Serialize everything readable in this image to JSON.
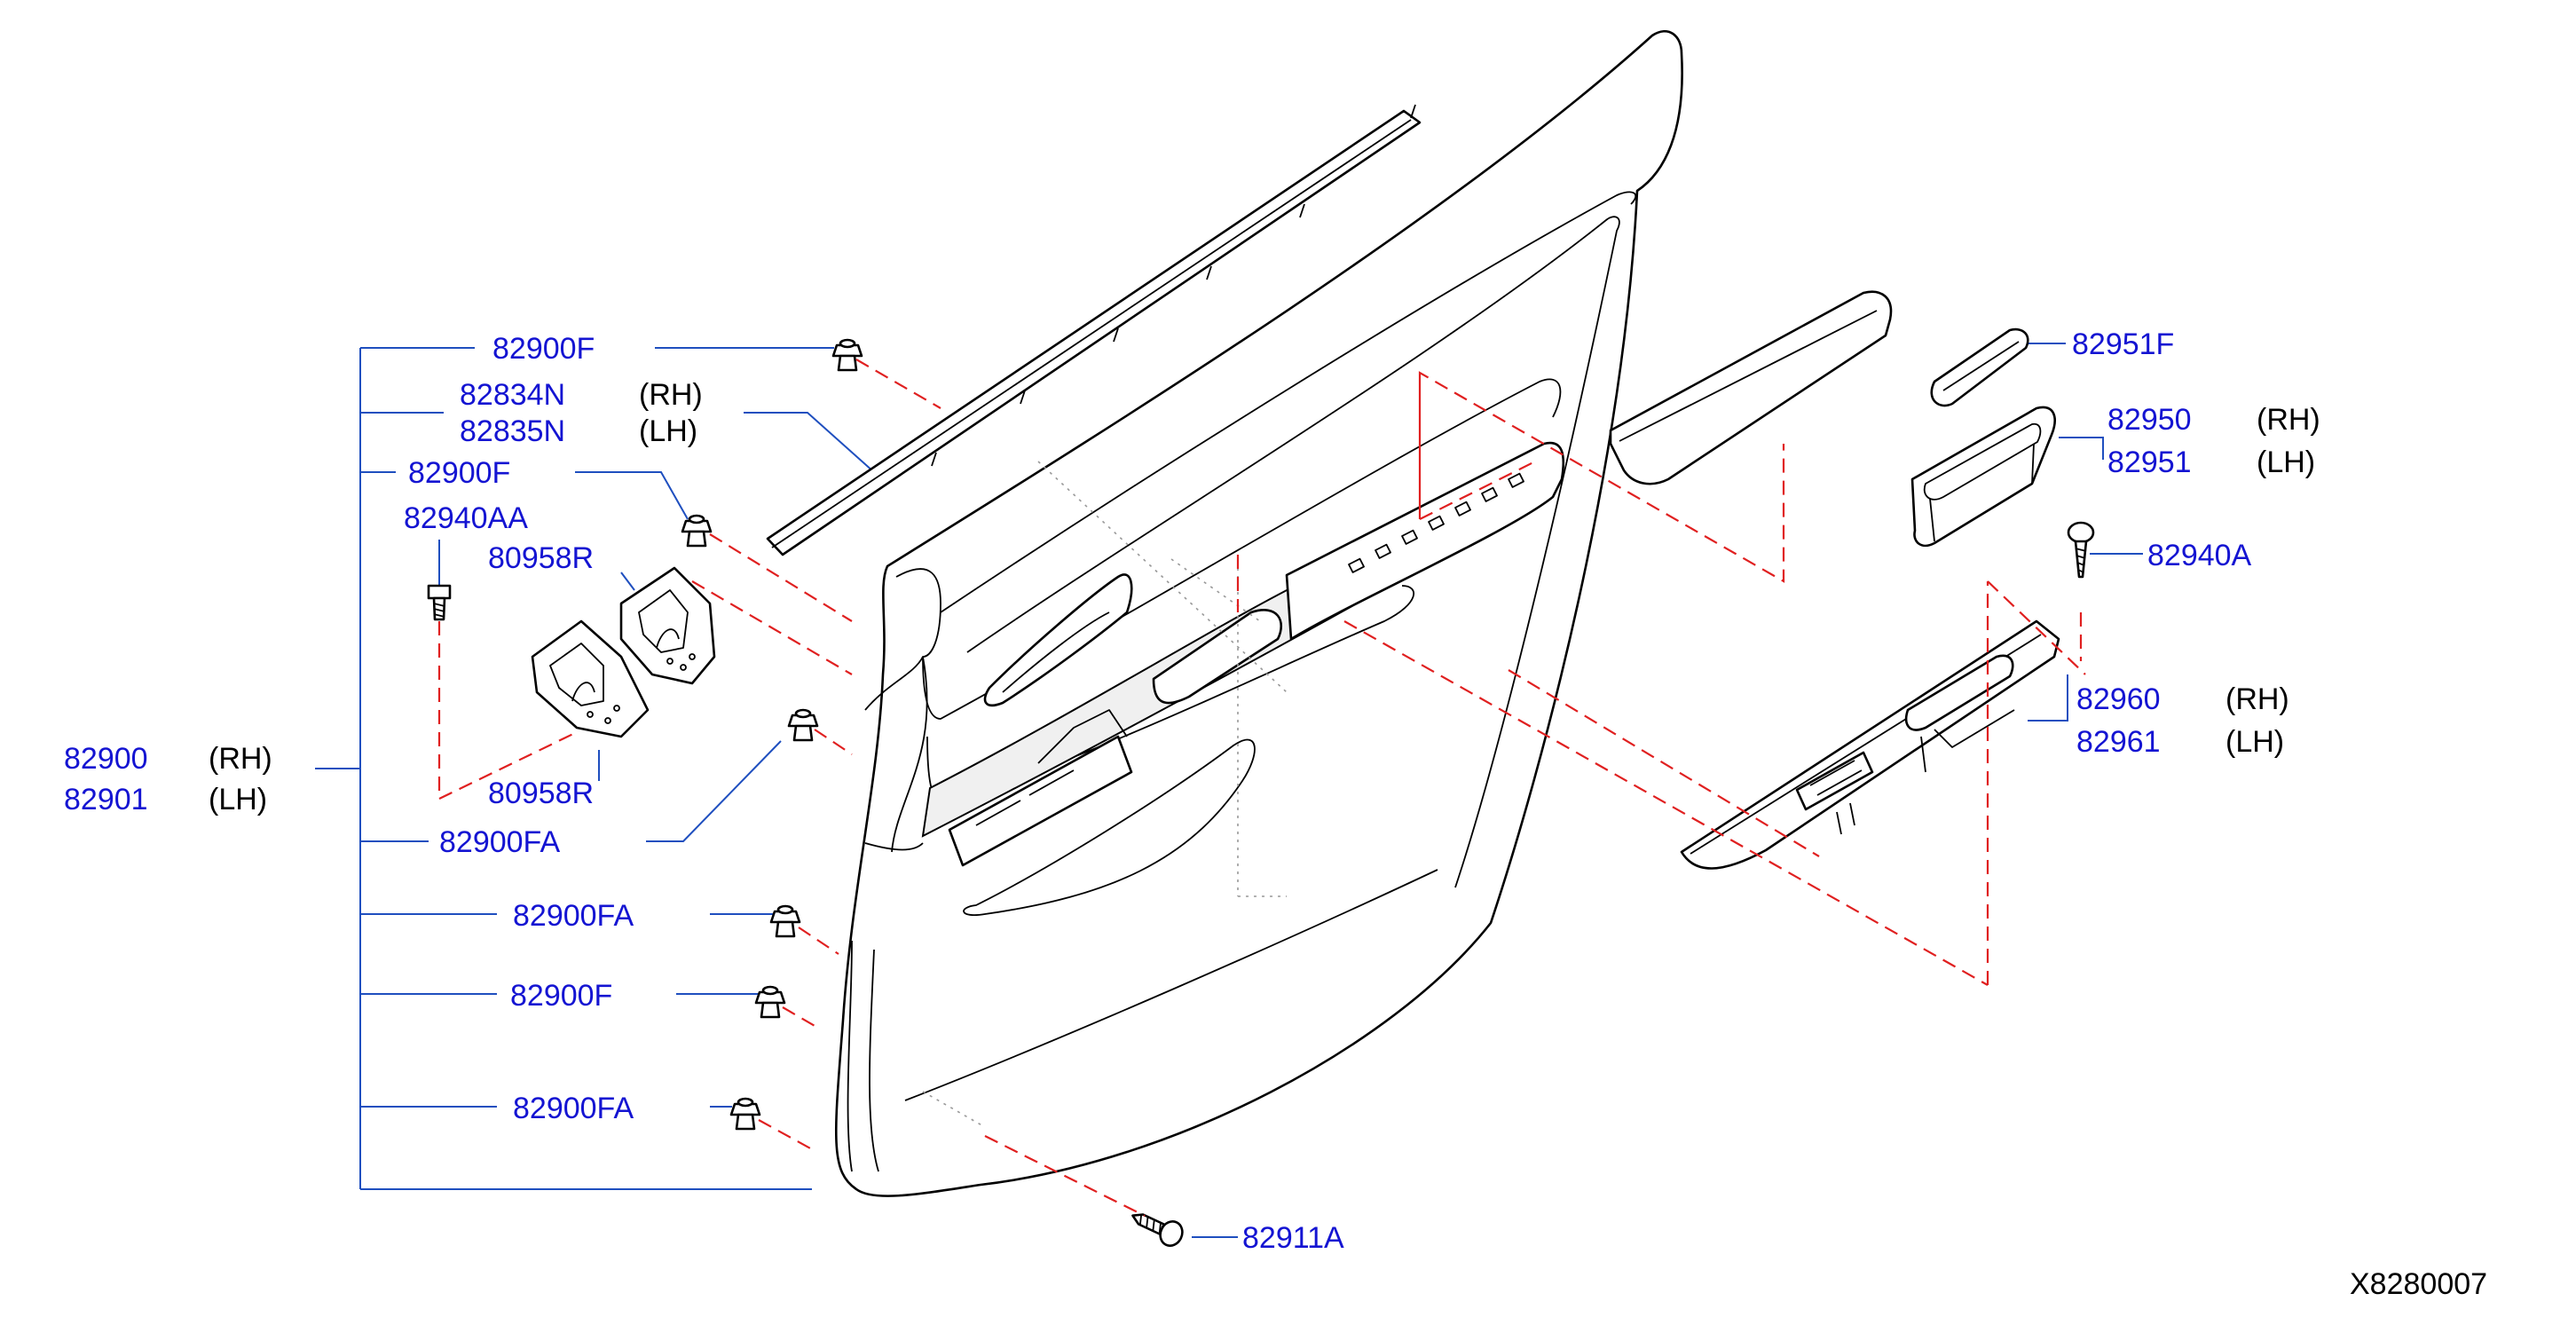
{
  "diagram_id": "X8280007",
  "labels": {
    "panel_rh": "82900",
    "panel_lh": "82901",
    "clip_top": "82900F",
    "seal_rh": "82834N",
    "seal_lh": "82835N",
    "clip_2": "82900F",
    "bolt": "82940AA",
    "bracket_upper": "80958R",
    "bracket_lower": "80958R",
    "clip_fa_1": "82900FA",
    "clip_fa_2": "82900FA",
    "clip_3": "82900F",
    "clip_fa_3": "82900FA",
    "screw_bottom": "82911A",
    "cap": "82951F",
    "pull_rh": "82950",
    "pull_lh": "82951",
    "screw_right": "82940A",
    "finisher_rh": "82960",
    "finisher_lh": "82961"
  },
  "sides": {
    "rh": "(RH)",
    "lh": "(LH)"
  }
}
